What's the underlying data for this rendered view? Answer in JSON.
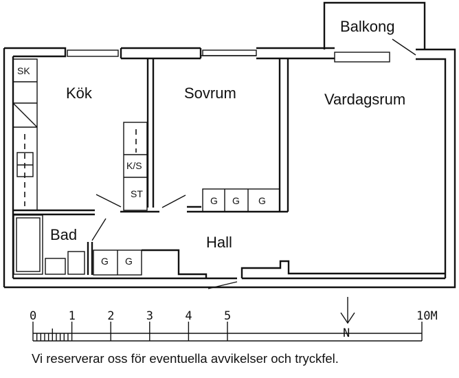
{
  "floorplan": {
    "rooms": {
      "balkong": "Balkong",
      "kok": "Kök",
      "sovrum": "Sovrum",
      "vardagsrum": "Vardagsrum",
      "bad": "Bad",
      "hall": "Hall"
    },
    "fixtures": {
      "sk": "SK",
      "ks": "K/S",
      "st": "ST",
      "garderob": "G"
    },
    "compass": {
      "label": "N",
      "direction": "down"
    },
    "scale": {
      "ticks": [
        "0",
        "1",
        "2",
        "3",
        "4",
        "5",
        "10M"
      ],
      "unit": "M"
    },
    "disclaimer": "Vi reserverar oss för eventuella avvikelser och tryckfel."
  }
}
